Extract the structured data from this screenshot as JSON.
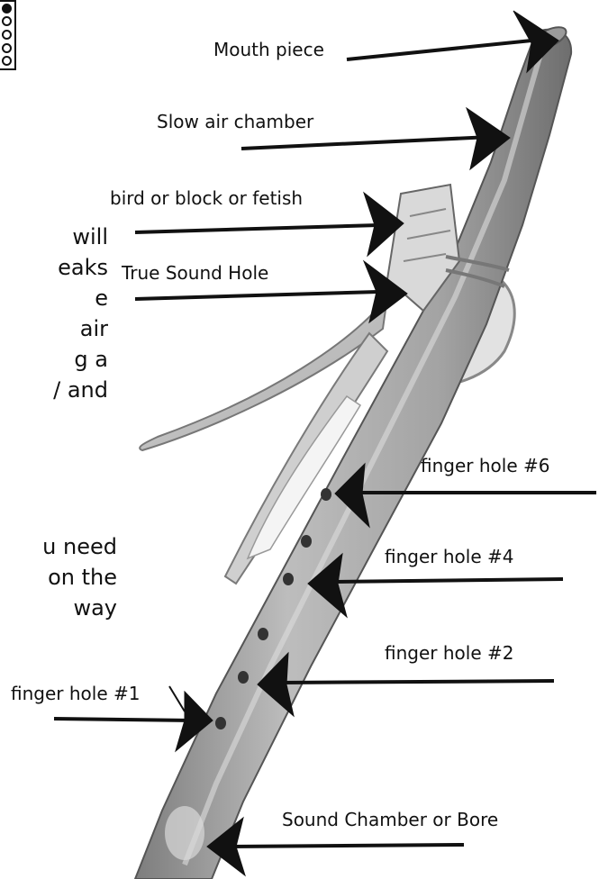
{
  "labels": {
    "mouth_piece": "Mouth piece",
    "slow_air_chamber": "Slow air chamber",
    "bird_block": "bird or block or fetish",
    "true_sound_hole": "True Sound Hole",
    "finger_hole_6": "finger hole #6",
    "finger_hole_4": "finger hole #4",
    "finger_hole_2": "finger hole #2",
    "finger_hole_1": "finger hole #1",
    "sound_chamber": "Sound Chamber or Bore"
  },
  "paragraph_1": [
    "will",
    "eaks",
    "e",
    "air",
    "g a",
    "/ and"
  ],
  "paragraph_2": [
    "u need",
    "on the",
    "way"
  ],
  "fingering_chart": {
    "holes": [
      "closed",
      "open",
      "open",
      "open",
      "open"
    ]
  },
  "colors": {
    "wood_light": "#c9c9c9",
    "wood_dark": "#8a8a8a",
    "ink": "#111111"
  }
}
